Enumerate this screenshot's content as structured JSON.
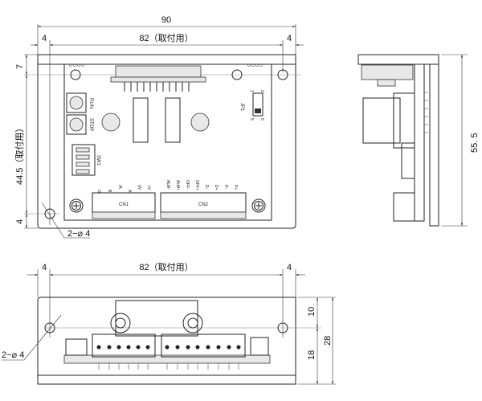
{
  "title_dims": {
    "overall_width": "90",
    "mount_pitch": "82（取付用）",
    "left_margin": "4",
    "right_margin": "4",
    "top_offset": "7",
    "mount_height": "44.5（取付用）",
    "bottom_offset": "4",
    "hole_spec_top": "2−⌀ 4",
    "overall_height": "55. 5"
  },
  "board_labels": {
    "run": "RUN",
    "stop": "STOP",
    "dip": "SW1",
    "jumper": "JP1",
    "jp_pins": [
      "1",
      "2",
      "5",
      "6"
    ],
    "cn1": "CN1",
    "cn2": "CN2",
    "cn1_pins": [
      "G",
      "B",
      "/A",
      "A",
      "0V",
      "+V"
    ],
    "cn2_pins": [
      "ALM-",
      "ALM+",
      "OFF-",
      "OFF+",
      "D-",
      "D+",
      "P-",
      "P+"
    ]
  },
  "front_dims": {
    "left_margin": "4",
    "mount_pitch": "82（取付用）",
    "right_margin": "4",
    "upper": "10",
    "lower": "18",
    "total": "28",
    "hole_spec": "2−⌀ 4"
  }
}
